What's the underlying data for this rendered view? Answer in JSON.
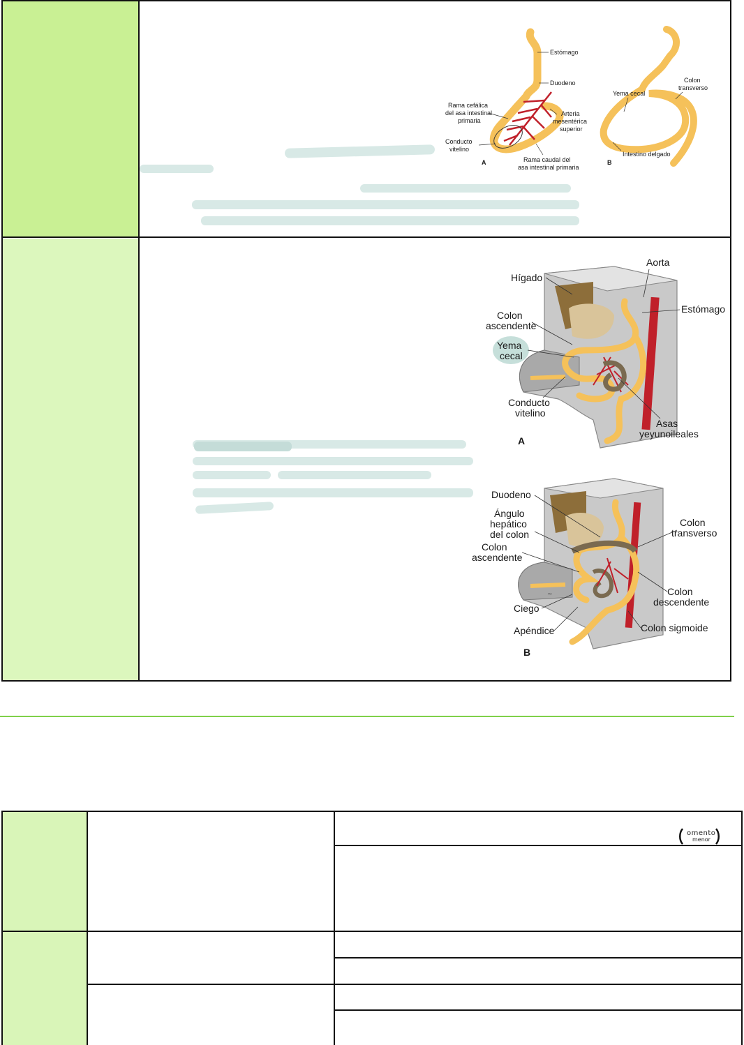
{
  "fig1": {
    "labels": {
      "estomago": "Estómago",
      "duodeno": "Duodeno",
      "rama_cefalica_1": "Rama cefálica",
      "rama_cefalica_2": "del asa intestinal",
      "rama_cefalica_3": "primaria",
      "arteria_1": "Arteria",
      "arteria_2": "mesentérica",
      "arteria_3": "superior",
      "conducto_1": "Conducto",
      "conducto_2": "vitelino",
      "rama_caudal_1": "Rama caudal del",
      "rama_caudal_2": "asa intestinal primaria",
      "panel_a": "A",
      "yema_cecal": "Yema cecal",
      "colon_1": "Colon",
      "colon_2": "transverso",
      "intestino": "Intestino delgado",
      "panel_b": "B"
    }
  },
  "fig2": {
    "labels": {
      "aorta": "Aorta",
      "higado": "Hígado",
      "estomago": "Estómago",
      "colon_asc_1": "Colon",
      "colon_asc_2": "ascendente",
      "yema_1": "Yema",
      "yema_2": "cecal",
      "conducto_1": "Conducto",
      "conducto_2": "vitelino",
      "asas_1": "Asas",
      "asas_2": "yeyunoileales",
      "panel_a": "A"
    }
  },
  "fig3": {
    "labels": {
      "duodeno": "Duodeno",
      "angulo_1": "Ángulo",
      "angulo_2": "hepático",
      "angulo_3": "del colon",
      "colon_trans_1": "Colon",
      "colon_trans_2": "transverso",
      "colon_asc_1": "Colon",
      "colon_asc_2": "ascendente",
      "colon_desc_1": "Colon",
      "colon_desc_2": "descendente",
      "ciego": "Ciego",
      "apendice": "Apéndice",
      "colon_sigmoide": "Colon sigmoide",
      "panel_b": "B"
    }
  },
  "note": {
    "line1": "omento",
    "line2": "menor"
  },
  "colors": {
    "row1_fill": "#c9f094",
    "row2_fill": "#dcf7bd",
    "lower_fill": "#d9f5b8",
    "divider": "#7fd14a",
    "highlight": "#d8e9e6",
    "gut": "#f5c15a",
    "artery": "#c0202a"
  }
}
